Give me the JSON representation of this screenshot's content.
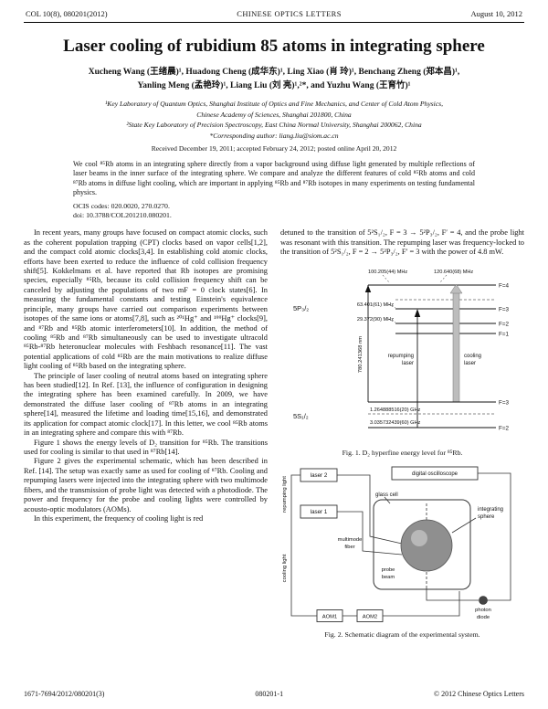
{
  "header": {
    "left": "COL 10(8), 080201(2012)",
    "center": "CHINESE OPTICS LETTERS",
    "right": "August 10, 2012"
  },
  "titleblock": {
    "title": "Laser cooling of rubidium 85 atoms in integrating sphere",
    "authors1": "Xucheng Wang (王绪晨)¹, Huadong Cheng (成华东)¹, Ling Xiao (肖 玲)¹, Benchang Zheng (郑本昌)¹,",
    "authors2": "Yanling Meng (孟艳玲)¹, Liang Liu (刘 亮)¹,²*, and Yuzhu Wang (王育竹)¹",
    "affil1a": "¹Key Laboratory of Quantum Optics, Shanghai Institute of Optics and Fine Mechanics, and Center of Cold Atom Physics,",
    "affil1b": "Chinese Academy of Sciences, Shanghai 201800, China",
    "affil2": "²State Key Laboratory of Precision Spectroscopy, East China Normal University, Shanghai 200062, China",
    "corresponding": "*Corresponding author: liang.liu@siom.ac.cn",
    "received": "Received December 19, 2011; accepted February 24, 2012; posted online April 20, 2012"
  },
  "abstract": {
    "text": "We cool ⁸⁵Rb atoms in an integrating sphere directly from a vapor background using diffuse light generated by multiple reflections of laser beams in the inner surface of the integrating sphere. We compare and analyze the different features of cold ⁸⁵Rb atoms and cold ⁸⁷Rb atoms in diffuse light cooling, which are important in applying ⁸⁵Rb and ⁸⁷Rb isotopes in many experiments on testing fundamental physics.",
    "ocis": "OCIS codes: 020.0020, 270.0270.",
    "doi": "doi: 10.3788/COL201210.080201."
  },
  "body": {
    "left": [
      "In recent years, many groups have focused on compact atomic clocks, such as the coherent population trapping (CPT) clocks based on vapor cells[1,2], and the compact cold atomic clocks[3,4]. In establishing cold atomic clocks, efforts have been exerted to reduce the influence of cold collision frequency shift[5]. Kokkelmans et al. have reported that Rb isotopes are promising species, especially ⁸⁵Rb, because its cold collision frequency shift can be canceled by adjusting the populations of two mF = 0 clock states[6]. In measuring the fundamental constants and testing Einstein's equivalence principle, many groups have carried out comparison experiments between isotopes of the same ions or atoms[7,8], such as ²⁰¹Hg⁺ and ¹⁹⁹Hg⁺ clocks[9], and ⁸⁷Rb and ⁸⁵Rb atomic interferometers[10]. In addition, the method of cooling ⁸⁵Rb and ⁸⁷Rb simultaneously can be used to investigate ultracold ⁸⁵Rb-⁸⁷Rb heteronuclear molecules with Feshbach resonance[11]. The vast potential applications of cold ⁸⁵Rb are the main motivations to realize diffuse light cooling of ⁸⁵Rb based on the integrating sphere.",
      "The principle of laser cooling of neutral atoms based on integrating sphere has been studied[12]. In Ref. [13], the influence of configuration in designing the integrating sphere has been examined carefully. In 2009, we have demonstrated the diffuse laser cooling of ⁸⁷Rb atoms in an integrating sphere[14], measured the lifetime and loading time[15,16], and demonstrated its application for compact atomic clock[17]. In this letter, we cool ⁸⁵Rb atoms in an integrating sphere and compare this with ⁸⁷Rb.",
      "Figure 1 shows the energy levels of D₂ transition for ⁸⁵Rb. The transitions used for cooling is similar to that used in ⁸⁷Rb[14].",
      "Figure 2 gives the experimental schematic, which has been described in Ref. [14]. The setup was exactly same as used for cooling of ⁸⁷Rb. Cooling and repumping lasers were injected into the integrating sphere with two multimode fibers, and the transmission of probe light was detected with a photodiode. The power and frequency for the probe and cooling lights were controlled by acousto-optic modulators (AOMs).",
      "In this experiment, the frequency of cooling light is red"
    ],
    "right": [
      "detuned to the transition of 5²S₁/₂, F = 3 → 5²P₃/₂, F′ = 4, and the probe light was resonant with this transition. The repumping laser was frequency-locked to the transition of 5²S₁/₂, F = 2 → 5²P₃/₂, F′ = 3 with the power of 4.8 mW."
    ]
  },
  "fig1": {
    "labels": {
      "p32": "5P₃/₂",
      "s12": "5S₁/₂",
      "f4": "F=4",
      "f3e": "F=3",
      "f2e": "F=2",
      "f1e": "F=1",
      "mhz1": "100.205(44) MHz",
      "mhz2": "120.640(68) MHz",
      "mhz3": "63.401(61) MHz",
      "mhz4": "29.372(90) MHz",
      "wl": "780.241368 nm",
      "rep1": "repumping",
      "rep2": "laser",
      "cool1": "cooling",
      "cool2": "laser",
      "f3g": "F=3",
      "f2g": "F=2",
      "ghz1": "1.264888516(20) GHz",
      "ghz2": "3.035732439(60) GHz"
    },
    "caption": "Fig. 1. D₂ hyperfine energy level for ⁸⁵Rb."
  },
  "fig2": {
    "labels": {
      "laser2": "laser 2",
      "laser1": "laser 1",
      "osc": "digital oscilloscope",
      "glass": "glass cell",
      "integ1": "integrating",
      "integ2": "sphere",
      "fiber1": "multimode",
      "fiber2": "fiber",
      "probe1": "probe",
      "probe2": "beam",
      "pd1": "photon",
      "pd2": "diode",
      "rlight": "repumping light",
      "clight": "cooling light",
      "aom1": "AOM1",
      "aom2": "AOM2"
    },
    "caption": "Fig. 2. Schematic diagram of the experimental system."
  },
  "footer": {
    "left": "1671-7694/2012/080201(3)",
    "center": "080201-1",
    "right": "© 2012 Chinese Optics Letters"
  }
}
